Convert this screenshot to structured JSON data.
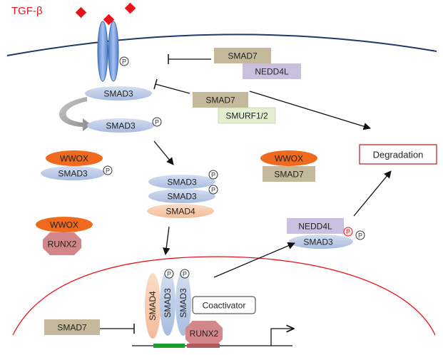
{
  "diagram": {
    "ligand_label": "TGF-β",
    "phospho_mark": "P",
    "smad3": "SMAD3",
    "smad4": "SMAD4",
    "smad7": "SMAD7",
    "nedd4l": "NEDD4L",
    "smurf": "SMURF1/2",
    "wwox": "WWOX",
    "runx2": "RUNX2",
    "degradation": "Degradation",
    "coactivator": "Coactivator"
  },
  "colors": {
    "ligand": "#e8141c",
    "membrane": "#1f3a68",
    "nucleus": "#e8141c",
    "smad3": "#b8c8e4",
    "smad4": "#f8cbad",
    "smad7": "#c4b99a",
    "nedd4l": "#c9c0e0",
    "smurf": "#e2efd0",
    "wwox": "#f06a1e",
    "runx2": "#d4878a",
    "receptor": "#6f97d6",
    "dna_box": "#1aa02a"
  }
}
